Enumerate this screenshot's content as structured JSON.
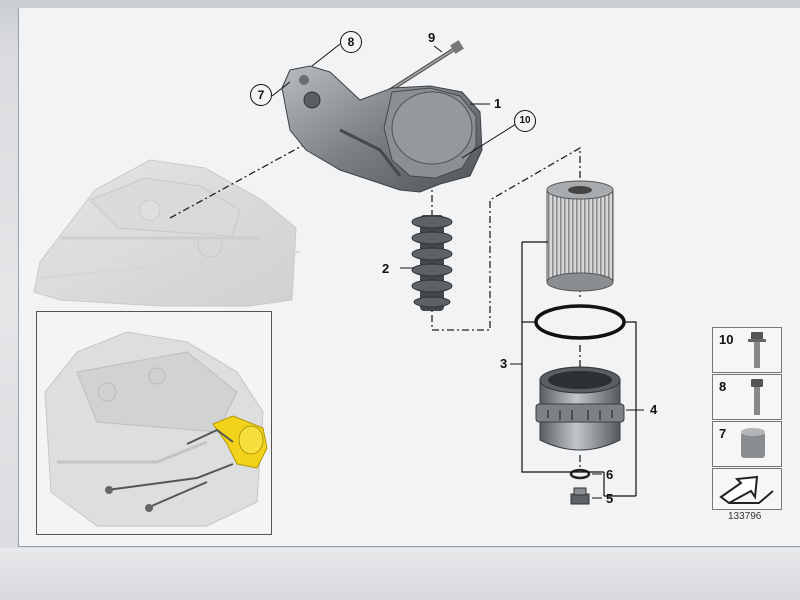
{
  "diagram": {
    "callouts": {
      "c1": "1",
      "c2": "2",
      "c3": "3",
      "c4": "4",
      "c5": "5",
      "c6": "6",
      "c7": "7",
      "c8": "8",
      "c9": "9",
      "c10": "10"
    },
    "legend": [
      "10",
      "8",
      "7"
    ],
    "diagram_id": "133796",
    "highlight_color": "#f2d21b",
    "icons": [
      "bolt-icon",
      "flange-bolt-icon",
      "sleeve-icon",
      "navigation-arrow-icon"
    ]
  }
}
